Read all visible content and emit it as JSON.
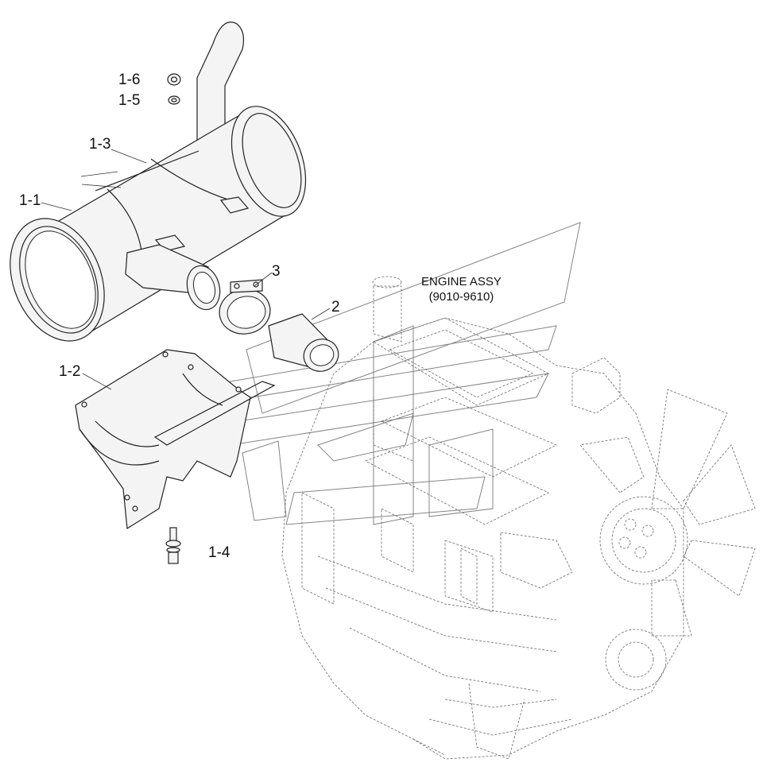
{
  "callouts": {
    "p1_6": "1-6",
    "p1_5": "1-5",
    "p1_3": "1-3",
    "p1_1": "1-1",
    "p3": "3",
    "p2": "2",
    "p1_2": "1-2",
    "p1_4": "1-4"
  },
  "engine_label": {
    "line1": "ENGINE ASSY",
    "line2": "(9010-9610)"
  }
}
